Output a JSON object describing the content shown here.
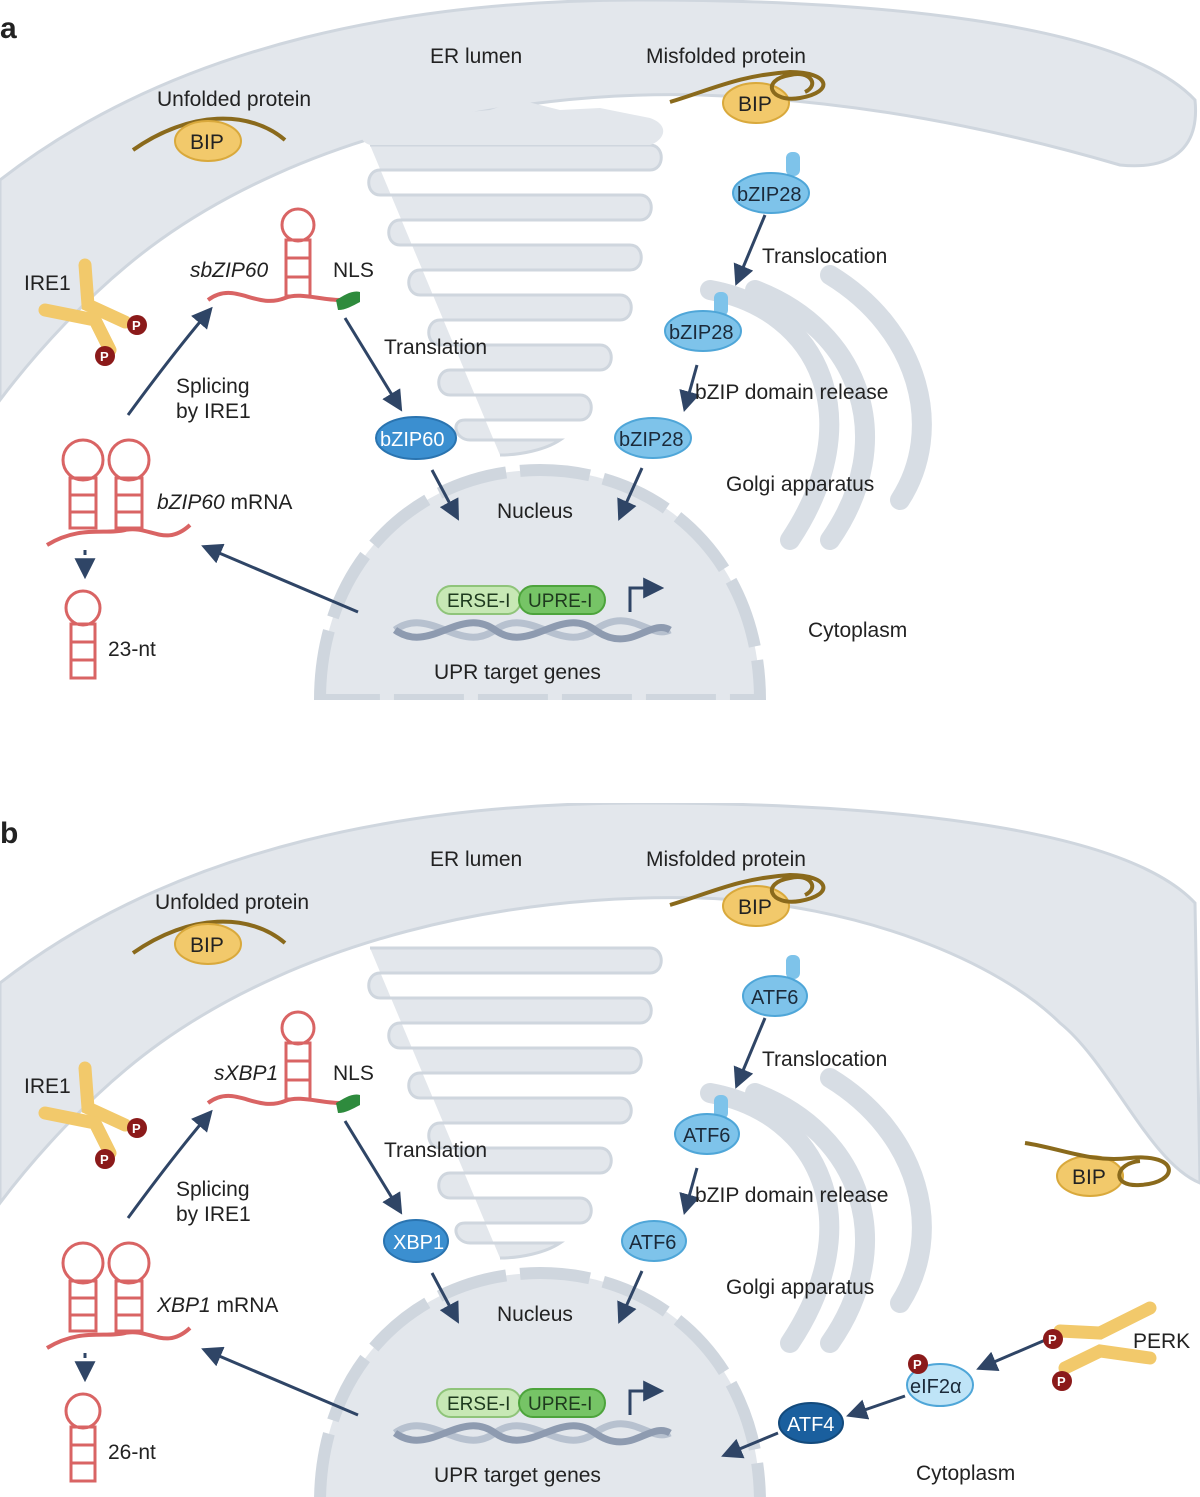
{
  "colors": {
    "membrane": "#e3e7ec",
    "membrane_stroke": "#cfd6de",
    "arrow": "#2f4566",
    "mrna": "#d96464",
    "bip": "#f2c96b",
    "protein_light": "#7ec3ea",
    "protein_mid": "#3b8fd0",
    "protein_dark": "#1a5f9e",
    "phospho": "#8b1a1a",
    "nls": "#2e8b3d",
    "strand": "#8a6a1c"
  },
  "panel_a": {
    "letter": "a",
    "er_lumen": "ER lumen",
    "misfolded_protein": "Misfolded protein",
    "unfolded_protein": "Unfolded protein",
    "bip": "BIP",
    "ire1": "IRE1",
    "phospho": "P",
    "spliced_mrna": "sbZIP60",
    "nls": "NLS",
    "translation": "Translation",
    "splicing_line1": "Splicing",
    "splicing_line2": "by IRE1",
    "mrna_name": "bZIP60",
    "mrna_suffix": " mRNA",
    "fragment": "23-nt",
    "tf_spliced": "bZIP60",
    "tf_membrane": "bZIP28",
    "translocation": "Translocation",
    "domain_release": "bZIP domain release",
    "golgi": "Golgi apparatus",
    "nucleus": "Nucleus",
    "cytoplasm": "Cytoplasm",
    "erse": "ERSE-I",
    "upre": "UPRE-I",
    "target_genes": "UPR target genes"
  },
  "panel_b": {
    "letter": "b",
    "er_lumen": "ER lumen",
    "misfolded_protein": "Misfolded protein",
    "unfolded_protein": "Unfolded protein",
    "bip": "BIP",
    "ire1": "IRE1",
    "phospho": "P",
    "spliced_mrna": "sXBP1",
    "nls": "NLS",
    "translation": "Translation",
    "splicing_line1": "Splicing",
    "splicing_line2": "by IRE1",
    "mrna_name": "XBP1",
    "mrna_suffix": " mRNA",
    "fragment": "26-nt",
    "tf_spliced": "XBP1",
    "tf_membrane": "ATF6",
    "translocation": "Translocation",
    "domain_release": "bZIP domain release",
    "golgi": "Golgi apparatus",
    "nucleus": "Nucleus",
    "cytoplasm": "Cytoplasm",
    "erse": "ERSE-I",
    "upre": "UPRE-I",
    "target_genes": "UPR target genes",
    "perk": "PERK",
    "eif2a": "eIF2α",
    "atf4": "ATF4"
  }
}
